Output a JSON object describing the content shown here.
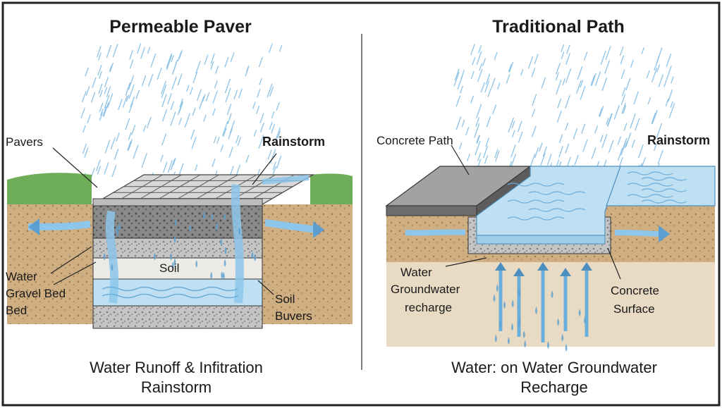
{
  "left": {
    "title": "Permeable Paver",
    "labels": {
      "pavers": "Pavers",
      "rainstorm": "Rainstorm",
      "soil": "Soil",
      "water": "Water",
      "gravel_bed": "Gravel Bed",
      "bed": "Bed",
      "soil_right": "Soil",
      "buvers": "Buvers"
    },
    "caption_line1": "Water Runoff & Infitration",
    "caption_line2": "Rainstorm"
  },
  "right": {
    "title": "Traditional Path",
    "labels": {
      "concrete_path": "Concrete Path",
      "rainstorm": "Rainstorm",
      "water": "Water",
      "groundwater": "Groundwater",
      "recharge": "recharge",
      "concrete": "Concrete",
      "surface": "Surface"
    },
    "caption_line1": "Water: on Water Groundwater",
    "caption_line2": "Recharge"
  },
  "colors": {
    "rain": "#8fc3e6",
    "water": "#bfe0f3",
    "water_dark": "#5a9fd0",
    "grass": "#5aa44a",
    "soil": "#c9a77a",
    "gravel": "#b9b9b9",
    "concrete_top": "#9c9c9c",
    "concrete_side": "#6c6c6c",
    "frame": "#222222"
  }
}
